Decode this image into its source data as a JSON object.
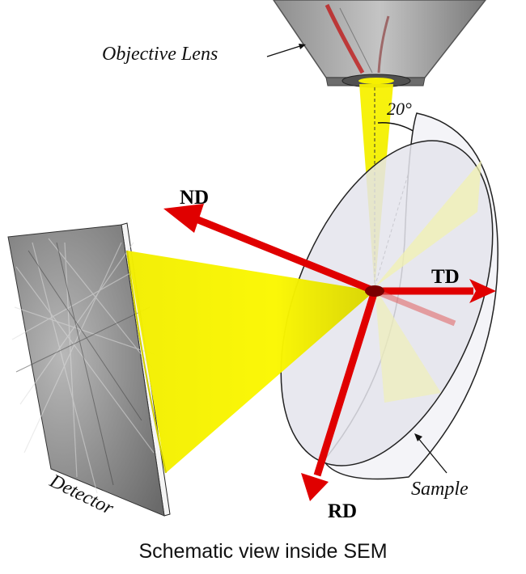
{
  "labels": {
    "objective_lens": "Objective Lens",
    "angle": "20°",
    "nd": "ND",
    "td": "TD",
    "rd": "RD",
    "detector": "Detector",
    "sample": "Sample"
  },
  "caption": "Schematic view inside SEM",
  "colors": {
    "beam": "#f5f500",
    "axis_red": "#e00000",
    "lens_gray": "#9a9a9a",
    "sample_fill": "#e6e6ee"
  }
}
